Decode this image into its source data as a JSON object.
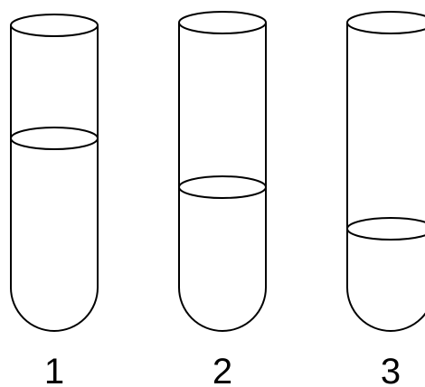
{
  "tubes": [
    {
      "label": "1",
      "fill_level": 0.648
    },
    {
      "label": "2",
      "fill_level": 0.485
    },
    {
      "label": "3",
      "fill_level": 0.343
    }
  ]
}
